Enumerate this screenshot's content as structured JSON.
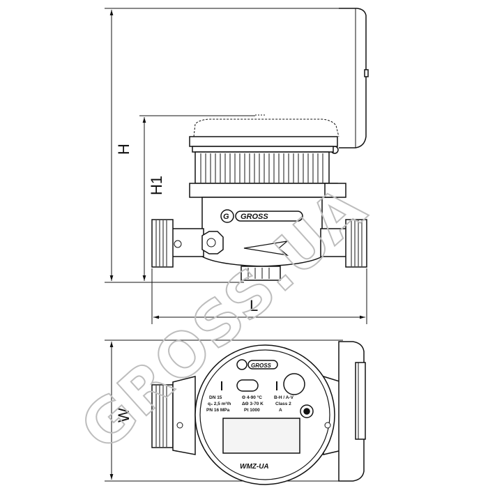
{
  "dimensions": {
    "height_total": "H",
    "height_body": "H1",
    "length": "L",
    "width": "W"
  },
  "brand": {
    "name": "GROSS"
  },
  "dial": {
    "spec_line1_col1": "DN 15",
    "spec_line2_col1": "q₃ 2,5 m³/h",
    "spec_line3_col1": "PN 16 MPa",
    "spec_line1_col2": "Θ 4-90 °C",
    "spec_line2_col2": "ΔΘ 3-70 K",
    "spec_line3_col2": "Pt 1000",
    "spec_line1_col3": "B-H / A-V",
    "spec_line2_col3": "Class 2",
    "spec_line3_col3": "A",
    "model": "WMZ-UA"
  },
  "watermark": {
    "text": "GROSS.UA"
  }
}
